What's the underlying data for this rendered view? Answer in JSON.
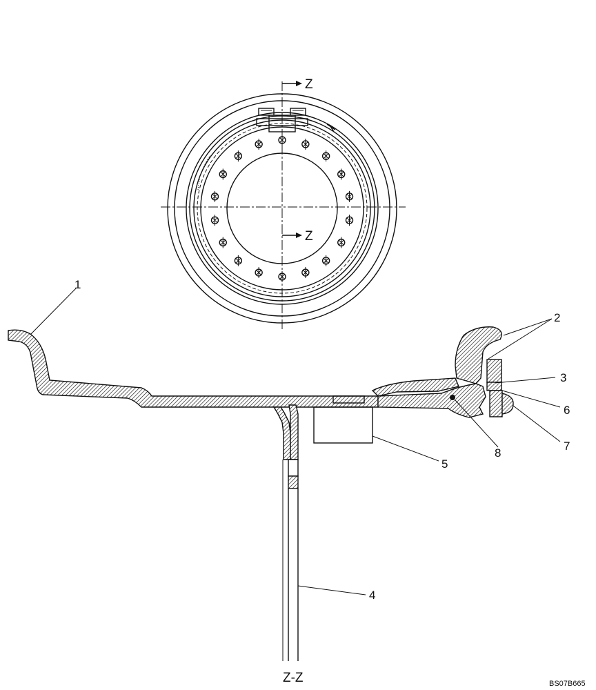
{
  "diagram": {
    "section_arrow_top": "Z",
    "section_arrow_bottom": "Z",
    "section_label": "Z-Z",
    "drawing_code": "BS07B665",
    "callouts": [
      "1",
      "2",
      "3",
      "4",
      "5",
      "6",
      "7",
      "8"
    ]
  }
}
